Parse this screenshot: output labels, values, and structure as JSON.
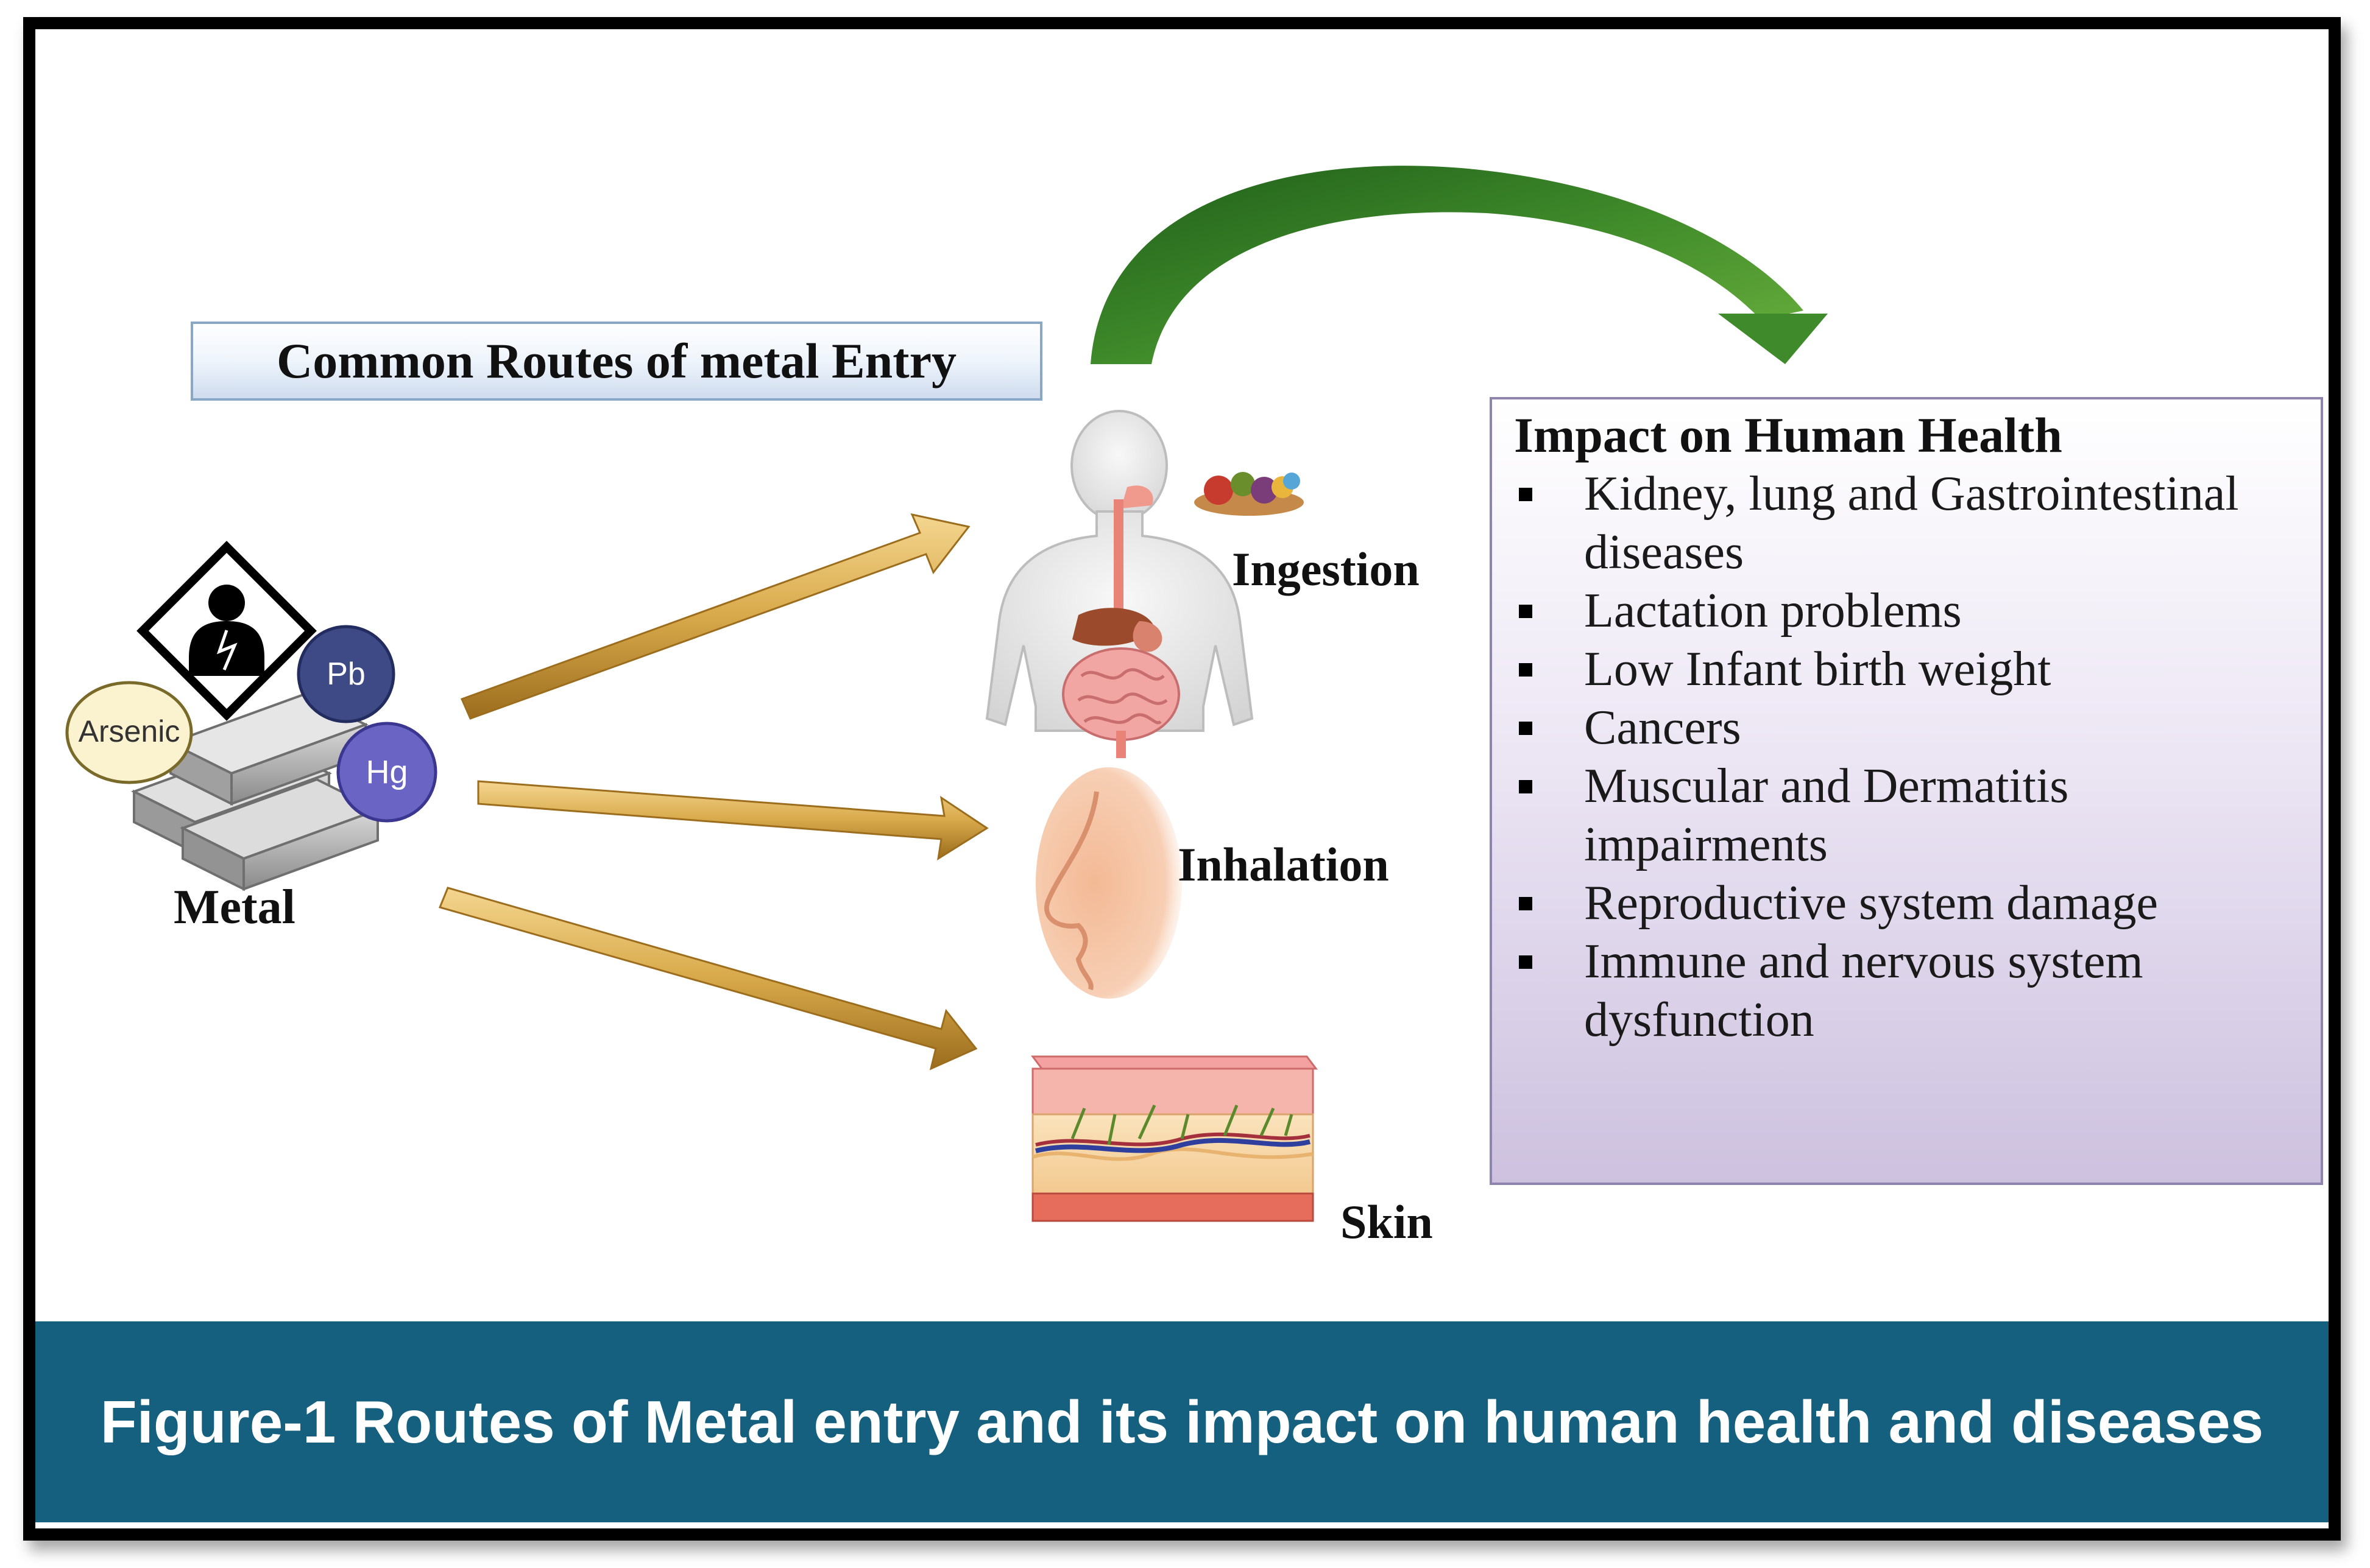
{
  "caption": "Figure-1 Routes of Metal entry and its impact on human health and diseases",
  "routes_title": "Common Routes of metal Entry",
  "metal": {
    "label": "Metal",
    "elements": [
      "Arsenic",
      "Pb",
      "Hg"
    ]
  },
  "routes": [
    "Ingestion",
    "Inhalation",
    "Skin"
  ],
  "impact": {
    "title": "Impact on Human Health",
    "items": [
      "Kidney, lung and Gastrointestinal diseases",
      "Lactation problems",
      "Low Infant birth weight",
      "Cancers",
      "Muscular and Dermatitis impairments",
      "Reproductive system damage",
      "Immune and nervous system dysfunction"
    ]
  },
  "colors": {
    "caption_bar": "#15607e",
    "arrow_gold": "#d8a94a",
    "curved_arrow_green": "#3f8a2a",
    "pb_circle": "#3e4a86",
    "hg_circle": "#6a64c4",
    "arsenic_circle": "#fbf3cf",
    "impact_box": "#d9cfe8"
  },
  "icons": [
    "hazard-diamond-icon",
    "metal-ingots-icon",
    "digestive-system-icon",
    "food-icon",
    "nose-icon",
    "skin-layers-icon",
    "curved-arrow-icon",
    "route-arrow-icon"
  ]
}
